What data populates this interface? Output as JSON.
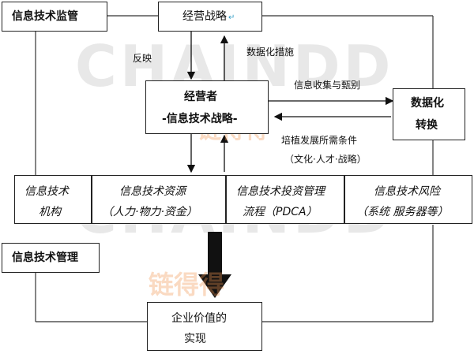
{
  "watermarks": {
    "brand": "CHAINDD",
    "brand_cn": "链得得",
    "mark": "↵"
  },
  "boxes": {
    "it_supervision": "信息技术监管",
    "business_strategy": "经营战略",
    "operator_line1": "经营者",
    "operator_line2": "-信息技术战略-",
    "digital_line1": "数据化",
    "digital_line2": "转换",
    "it_org_line1": "信息技术",
    "it_org_line2": "机构",
    "it_resources_line1": "信息技术资源",
    "it_resources_line2": "（人力·物力·资金）",
    "it_investment_line1": "信息技术投资管理",
    "it_investment_line2": "流程（PDCA）",
    "it_risk_line1": "信息技术风险",
    "it_risk_line2": "（系统  服务器等）",
    "it_management": "信息技术管理",
    "enterprise_value_line1": "企业价值的",
    "enterprise_value_line2": "实现"
  },
  "labels": {
    "feedback": "反映",
    "digital_measures": "数据化措施",
    "info_collection": "信息收集与甄别",
    "cultivate_conditions": "培植发展所需条件",
    "culture_talent_strategy": "（文化·人才·战略）"
  }
}
